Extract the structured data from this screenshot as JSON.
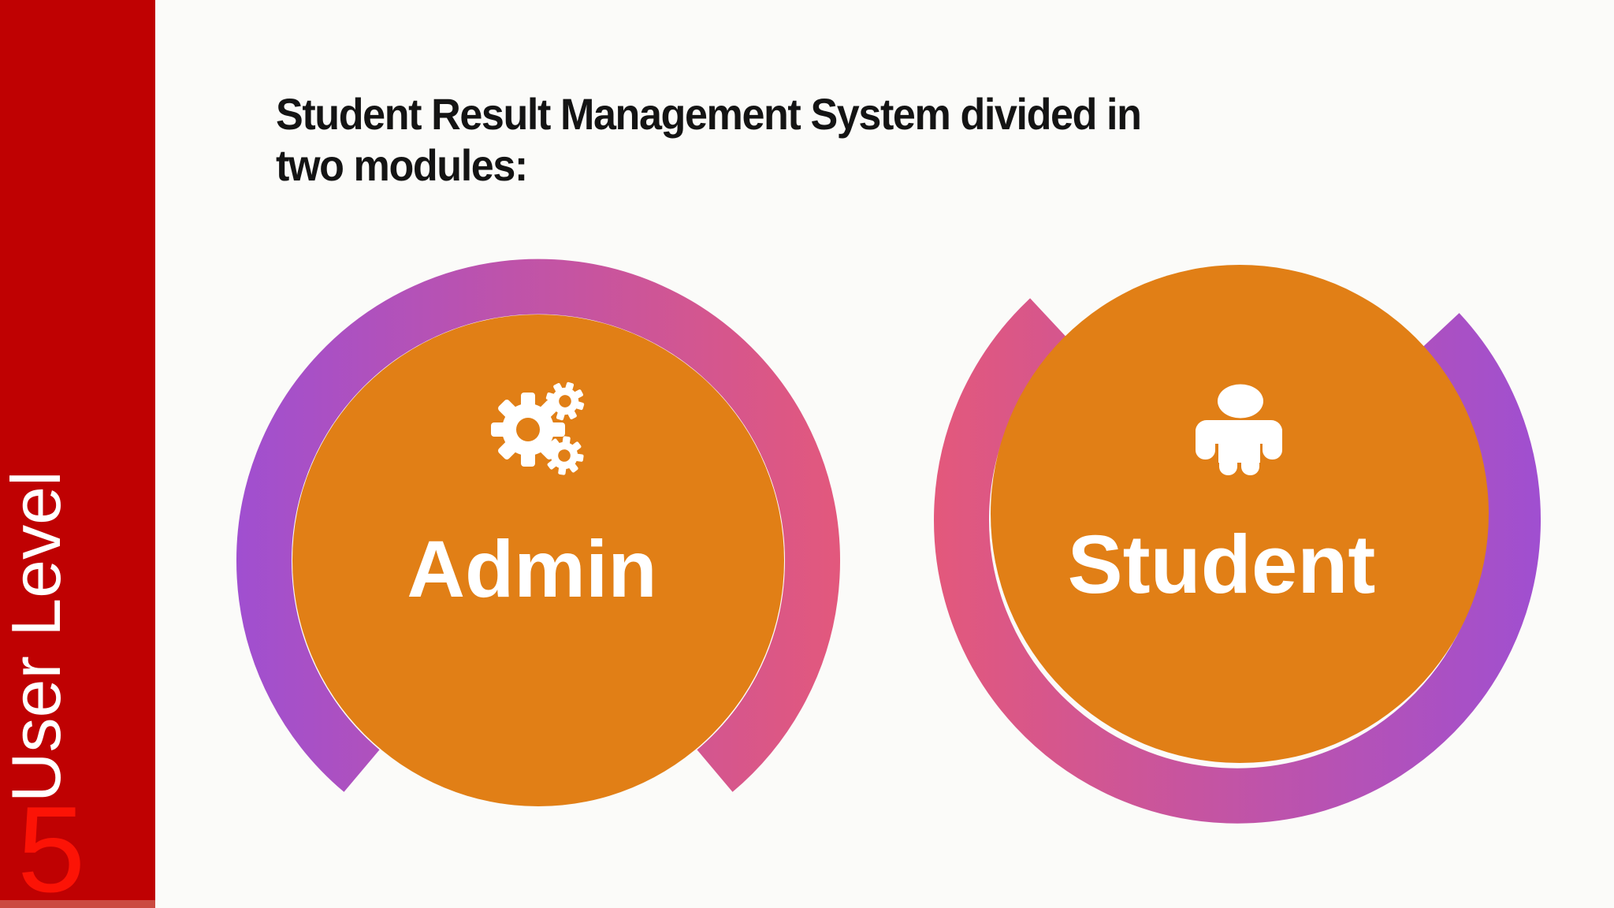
{
  "slide": {
    "number": "5",
    "sidebar_label": "User Level",
    "title_line1": "Student Result Management System divided in",
    "title_line2": "two modules:",
    "modules": [
      {
        "label": "Admin",
        "icon": "gears-icon"
      },
      {
        "label": "Student",
        "icon": "person-icon"
      }
    ],
    "colors": {
      "bar_red": "#BF0102",
      "bar_footer_red": "#CB4A41",
      "number_red": "#FC1306",
      "orange": "#E17F16",
      "purple": "#A04FD0",
      "pink": "#E3587C",
      "white": "#FFFFFF",
      "title_text": "#141414",
      "background": "#FBFBF9"
    }
  }
}
